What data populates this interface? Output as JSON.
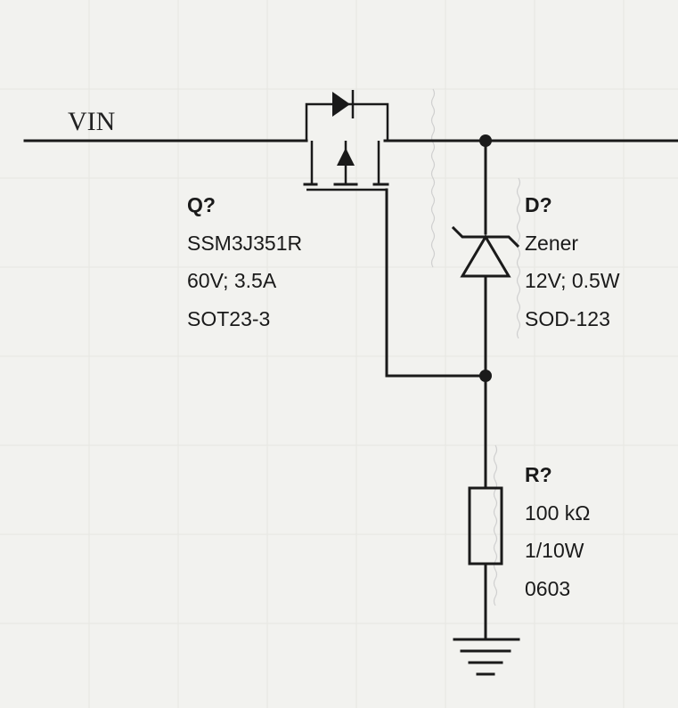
{
  "net_label": "VIN",
  "components": {
    "mosfet": {
      "ref": "Q?",
      "part": "SSM3J351R",
      "rating": "60V; 3.5A",
      "package": "SOT23-3"
    },
    "zener": {
      "ref": "D?",
      "part": "Zener",
      "rating": "12V; 0.5W",
      "package": "SOD-123"
    },
    "resistor": {
      "ref": "R?",
      "value": "100 kΩ",
      "power": "1/10W",
      "package": "0603"
    }
  },
  "colors": {
    "background": "#f2f2ef",
    "ink": "#1a1a1a"
  }
}
